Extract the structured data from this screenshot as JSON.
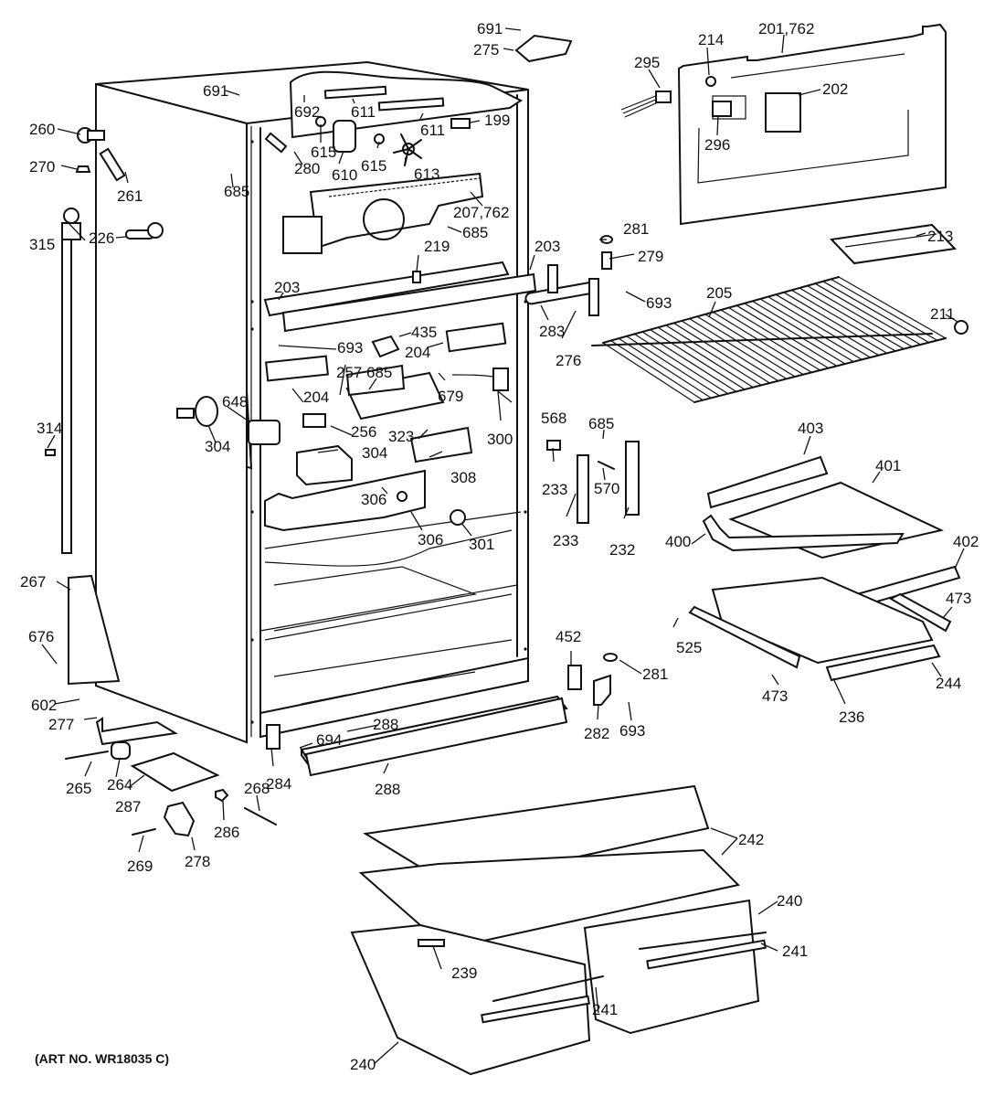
{
  "diagram": {
    "title": "Refrigerator cabinet exploded parts diagram",
    "art_number": "(ART NO. WR18035 C)",
    "part_labels": [
      {
        "id": "691a",
        "text": "691"
      },
      {
        "id": "275",
        "text": "275"
      },
      {
        "id": "214",
        "text": "214"
      },
      {
        "id": "201",
        "text": "201,762"
      },
      {
        "id": "295",
        "text": "295"
      },
      {
        "id": "202",
        "text": "202"
      },
      {
        "id": "296",
        "text": "296"
      },
      {
        "id": "213",
        "text": "213"
      },
      {
        "id": "691b",
        "text": "691"
      },
      {
        "id": "692",
        "text": "692"
      },
      {
        "id": "611a",
        "text": "611"
      },
      {
        "id": "611b",
        "text": "611"
      },
      {
        "id": "199",
        "text": "199"
      },
      {
        "id": "260",
        "text": "260"
      },
      {
        "id": "270",
        "text": "270"
      },
      {
        "id": "261",
        "text": "261"
      },
      {
        "id": "280",
        "text": "280"
      },
      {
        "id": "615a",
        "text": "615"
      },
      {
        "id": "610",
        "text": "610"
      },
      {
        "id": "615b",
        "text": "615"
      },
      {
        "id": "613",
        "text": "613"
      },
      {
        "id": "685a",
        "text": "685"
      },
      {
        "id": "207",
        "text": "207,762"
      },
      {
        "id": "685b",
        "text": "685"
      },
      {
        "id": "315",
        "text": "315"
      },
      {
        "id": "226",
        "text": "226"
      },
      {
        "id": "281a",
        "text": "281"
      },
      {
        "id": "279",
        "text": "279"
      },
      {
        "id": "203a",
        "text": "203"
      },
      {
        "id": "203b",
        "text": "203"
      },
      {
        "id": "219",
        "text": "219"
      },
      {
        "id": "205",
        "text": "205"
      },
      {
        "id": "693a",
        "text": "693"
      },
      {
        "id": "283",
        "text": "283"
      },
      {
        "id": "276",
        "text": "276"
      },
      {
        "id": "211",
        "text": "211"
      },
      {
        "id": "435",
        "text": "435"
      },
      {
        "id": "693b",
        "text": "693"
      },
      {
        "id": "204a",
        "text": "204"
      },
      {
        "id": "257",
        "text": "257"
      },
      {
        "id": "685c",
        "text": "685"
      },
      {
        "id": "679",
        "text": "679"
      },
      {
        "id": "204b",
        "text": "204"
      },
      {
        "id": "648",
        "text": "648"
      },
      {
        "id": "256",
        "text": "256"
      },
      {
        "id": "323",
        "text": "323"
      },
      {
        "id": "300",
        "text": "300"
      },
      {
        "id": "568",
        "text": "568"
      },
      {
        "id": "304a",
        "text": "304"
      },
      {
        "id": "304b",
        "text": "304"
      },
      {
        "id": "308",
        "text": "308"
      },
      {
        "id": "314",
        "text": "314"
      },
      {
        "id": "306a",
        "text": "306"
      },
      {
        "id": "306b",
        "text": "306"
      },
      {
        "id": "301",
        "text": "301"
      },
      {
        "id": "685d",
        "text": "685"
      },
      {
        "id": "233a",
        "text": "233"
      },
      {
        "id": "570",
        "text": "570"
      },
      {
        "id": "233b",
        "text": "233"
      },
      {
        "id": "232",
        "text": "232"
      },
      {
        "id": "403",
        "text": "403"
      },
      {
        "id": "401",
        "text": "401"
      },
      {
        "id": "400",
        "text": "400"
      },
      {
        "id": "402",
        "text": "402"
      },
      {
        "id": "473a",
        "text": "473"
      },
      {
        "id": "525",
        "text": "525"
      },
      {
        "id": "473b",
        "text": "473"
      },
      {
        "id": "244",
        "text": "244"
      },
      {
        "id": "236",
        "text": "236"
      },
      {
        "id": "267",
        "text": "267"
      },
      {
        "id": "676",
        "text": "676"
      },
      {
        "id": "602",
        "text": "602"
      },
      {
        "id": "277",
        "text": "277"
      },
      {
        "id": "452",
        "text": "452"
      },
      {
        "id": "281b",
        "text": "281"
      },
      {
        "id": "282",
        "text": "282"
      },
      {
        "id": "693c",
        "text": "693"
      },
      {
        "id": "288a",
        "text": "288"
      },
      {
        "id": "694",
        "text": "694"
      },
      {
        "id": "288b",
        "text": "288"
      },
      {
        "id": "284",
        "text": "284"
      },
      {
        "id": "265",
        "text": "265"
      },
      {
        "id": "264",
        "text": "264"
      },
      {
        "id": "287",
        "text": "287"
      },
      {
        "id": "268",
        "text": "268"
      },
      {
        "id": "286",
        "text": "286"
      },
      {
        "id": "269",
        "text": "269"
      },
      {
        "id": "278",
        "text": "278"
      },
      {
        "id": "242",
        "text": "242"
      },
      {
        "id": "240a",
        "text": "240"
      },
      {
        "id": "241a",
        "text": "241"
      },
      {
        "id": "239",
        "text": "239"
      },
      {
        "id": "241b",
        "text": "241"
      },
      {
        "id": "240b",
        "text": "240"
      }
    ]
  }
}
